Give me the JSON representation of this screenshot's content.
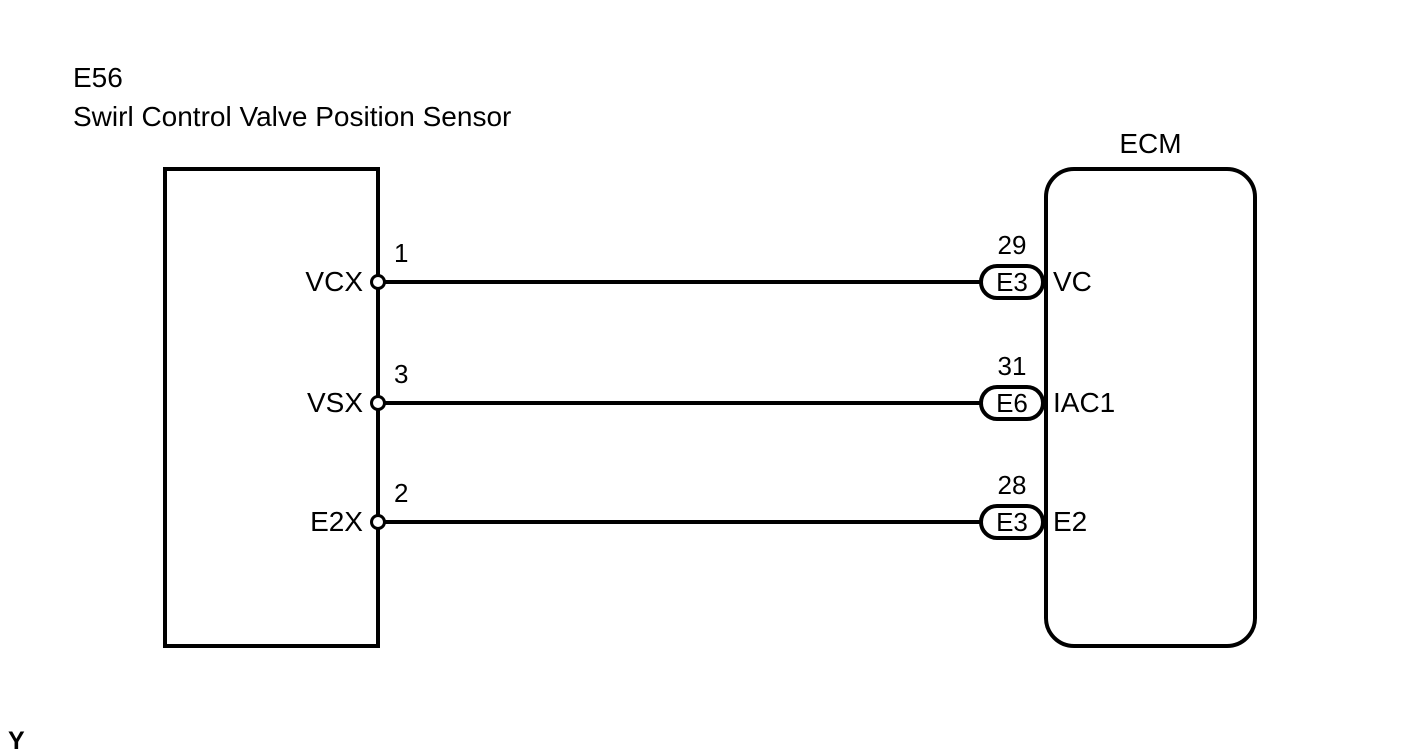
{
  "title": {
    "code": "E56",
    "component": "Swirl Control Valve Position Sensor"
  },
  "ecm": {
    "label": "ECM"
  },
  "page_marker": "Y",
  "colors": {
    "line": "#000000",
    "background": "#ffffff"
  },
  "rows": [
    {
      "sensor_terminal": "VCX",
      "sensor_pin": "1",
      "ecm_pin": "29",
      "ecm_connector": "E3",
      "ecm_terminal": "VC"
    },
    {
      "sensor_terminal": "VSX",
      "sensor_pin": "3",
      "ecm_pin": "31",
      "ecm_connector": "E6",
      "ecm_terminal": "IAC1"
    },
    {
      "sensor_terminal": "E2X",
      "sensor_pin": "2",
      "ecm_pin": "28",
      "ecm_connector": "E3",
      "ecm_terminal": "E2"
    }
  ]
}
